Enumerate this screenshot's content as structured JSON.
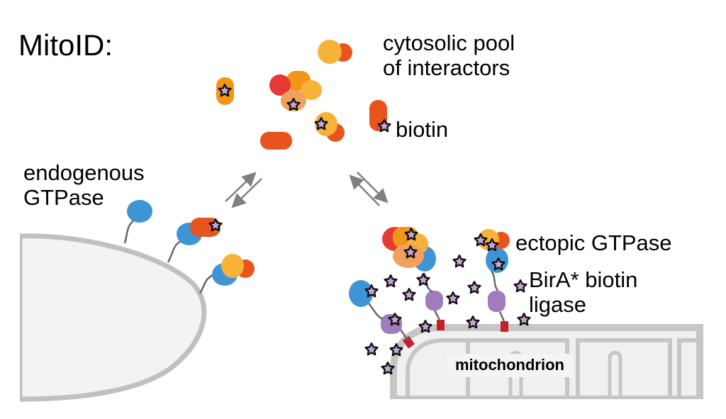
{
  "title": "MitoID:",
  "labels": {
    "cytosolic_pool_line1": "cytosolic pool",
    "cytosolic_pool_line2": "of interactors",
    "biotin": "biotin",
    "endogenous_line1": "endogenous",
    "endogenous_line2": "GTPase",
    "ectopic": "ectopic GTPase",
    "bira_line1": "BirA* biotin",
    "bira_line2": "ligase",
    "mitochondrion": "mitochondrion"
  },
  "colors": {
    "gtpase_blue": "#3d95d5",
    "ligase_purple": "#a07cbf",
    "anchor_red": "#c81e2a",
    "interactor_yellow": "#f7b23a",
    "interactor_orange": "#f39517",
    "interactor_redorange": "#e8541e",
    "interactor_red": "#e53935",
    "interactor_peach": "#f2a05e",
    "biotin_star_fill": "#c9a5d6",
    "membrane_gray": "#c0c0c0",
    "organelle_fill": "#f4f3f4",
    "arrow_gray": "#808080"
  }
}
